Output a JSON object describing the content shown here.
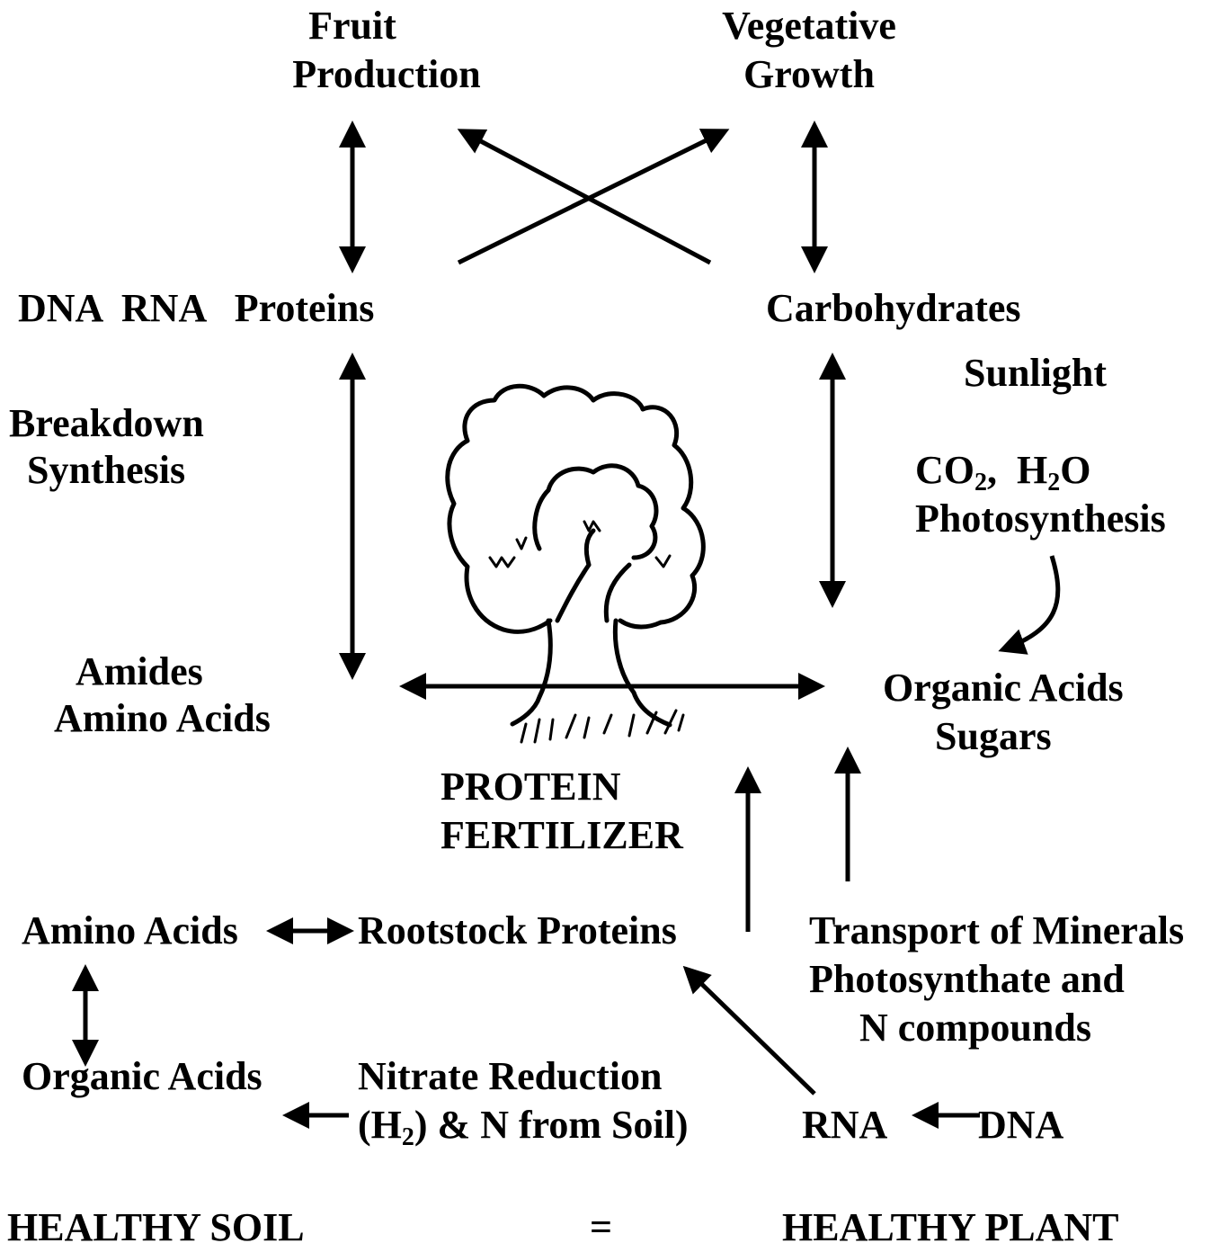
{
  "labels": {
    "fruit_1": "Fruit",
    "fruit_2": "Production",
    "veg_1": "Vegetative",
    "veg_2": "Growth",
    "dna_rna_proteins": "DNA  RNA   Proteins",
    "carbohydrates": "Carbohydrates",
    "sunlight": "Sunlight",
    "breakdown": "Breakdown",
    "synthesis": "Synthesis",
    "co2_c": "CO",
    "co2_sub": "2",
    "h2o_sep": ",  H",
    "h2o_sub": "2",
    "h2o_o": "O",
    "photosynthesis": "Photosynthesis",
    "amides": "Amides",
    "amino_acids_top": "Amino Acids",
    "organic_acids_top": "Organic Acids",
    "sugars": "Sugars",
    "protein": "PROTEIN",
    "fertilizer": "FERTILIZER",
    "amino_acids_bottom": "Amino Acids",
    "rootstock_proteins": "Rootstock Proteins",
    "transport_1": "Transport of Minerals",
    "transport_2": "Photosynthate and",
    "transport_3": "N compounds",
    "organic_acids_bottom": "Organic Acids",
    "nitrate_reduction": "Nitrate Reduction",
    "h2_open": "(H",
    "h2_sub": "2",
    "h2_rest": ") & N from Soil)",
    "rna": "RNA",
    "dna": "DNA",
    "healthy_soil": "HEALTHY SOIL",
    "equals": "=",
    "healthy_plant": "HEALTHY PLANT"
  },
  "icons": {
    "tree": "tree-icon"
  },
  "colors": {
    "ink": "#000000",
    "background": "#ffffff"
  }
}
